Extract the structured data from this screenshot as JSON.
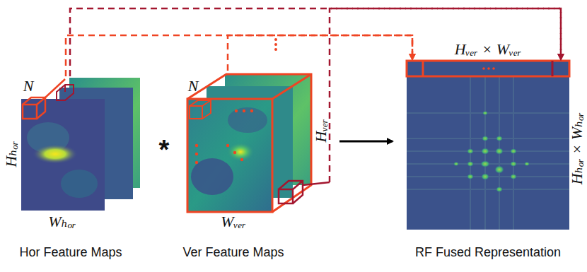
{
  "diagram": {
    "nodes": [
      {
        "text": [
          "Hor Feature Maps"
        ]
      },
      {
        "text": [
          "Ver Feature Maps"
        ]
      },
      {
        "text": [
          "RF Fused Representation"
        ]
      }
    ],
    "edges": [
      {
        "from": 1,
        "to": 2,
        "arrow": "to"
      },
      {
        "from": 0,
        "to": 2,
        "arrow": "to"
      },
      {
        "from": 0,
        "to": 2,
        "arrow": "to"
      },
      {
        "from": 1,
        "to": 2,
        "arrow": "to"
      },
      {
        "from": 1,
        "to": 2,
        "arrow": "to"
      }
    ],
    "labels": [
      "N",
      "Hₕₒᵣ",
      "Wₕₒᵣ",
      "*",
      "N",
      "Hᵥₑᵣ",
      "Wᵥₑᵣ",
      "Hᵥₑᵣ × Wᵥₑᵣ",
      "Hₕₒᵣ × Wₕₒᵣ"
    ]
  }
}
